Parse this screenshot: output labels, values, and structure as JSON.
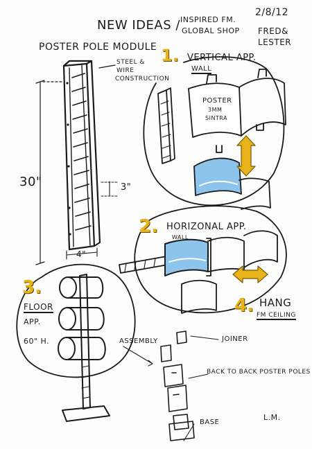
{
  "header": {
    "title": "NEW IDEAS /",
    "subtitle_line1": "INSPIRED FM.",
    "subtitle_line2": "GLOBAL SHOP",
    "date": "2/8/12",
    "author_line1": "FRED&",
    "author_line2": "LESTER"
  },
  "module": {
    "title": "POSTER POLE MODULE",
    "note_line1": "STEEL &",
    "note_line2": "WIRE",
    "note_line3": "CONSTRUCTION",
    "height_dim": "30\"",
    "spacing_dim": "3\"",
    "width_dim": "4\""
  },
  "ideas": [
    {
      "number": "1.",
      "title": "VERTICAL APP.",
      "subtitle": "WALL"
    },
    {
      "number": "2.",
      "title": "HORIZONAL APP.",
      "subtitle": "WALL"
    },
    {
      "number": "3.",
      "title": "FLOOR",
      "subtitle": "APP.",
      "extra": "60\" H."
    },
    {
      "number": "4.",
      "title": "HANG",
      "subtitle": "FM CEILING"
    }
  ],
  "poster_label": {
    "line1": "POSTER",
    "line2": "3MM",
    "line3": "SINTRA"
  },
  "assembly": {
    "title": "ASSEMBLY",
    "joiner": "JOINER",
    "back_to_back": "BACK TO BACK POSTER POLES",
    "base": "BASE"
  },
  "signature": "L.M.",
  "colors": {
    "accent": "#e8b21a",
    "poster_blue": "#8cc4ec",
    "ink": "#1a1a1a",
    "paper": "#fdfdfb"
  }
}
